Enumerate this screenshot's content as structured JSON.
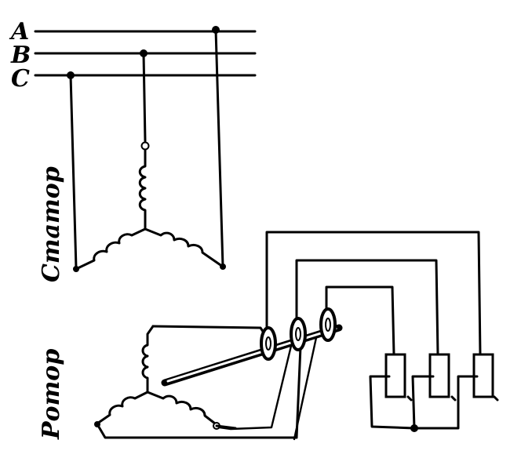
{
  "phases": [
    "A",
    "B",
    "C"
  ],
  "stator_label": "Статор",
  "rotor_label": "Ротор"
}
